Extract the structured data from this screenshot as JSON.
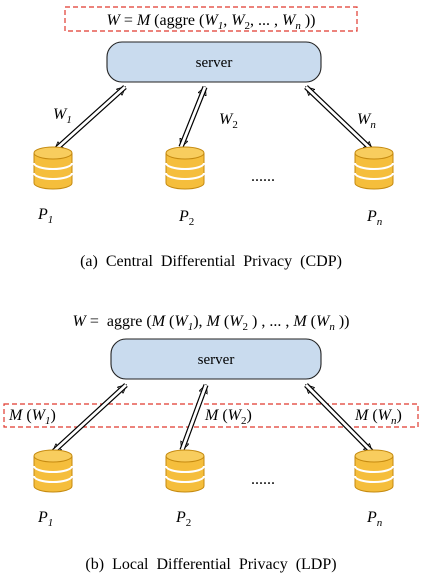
{
  "colors": {
    "server_fill": "#C9DBEE",
    "server_stroke": "#222222",
    "db_fill": "#F5BE3C",
    "db_stroke": "#C58A10",
    "dashed_box": "#E0392F",
    "arrow": "#000000"
  },
  "top": {
    "formula": {
      "lhs_var": "W",
      "eq": " = ",
      "mech": "M",
      "open": " (aggre (",
      "w1_base": "W",
      "w1_sub": "1",
      "comma1": ", ",
      "w2_base": "W",
      "w2_sub": "2",
      "dots": ", ... , ",
      "wn_base": "W",
      "wn_sub": "n",
      "close": " ))"
    },
    "server_label": "server",
    "edge_labels": [
      {
        "base": "W",
        "sub": "1"
      },
      {
        "base": "W",
        "sub": "2"
      },
      {
        "base": "W",
        "sub": "n"
      }
    ],
    "participants": [
      {
        "base": "P",
        "sub": "1"
      },
      {
        "base": "P",
        "sub": "2"
      },
      {
        "base": "P",
        "sub": "n"
      }
    ],
    "ellipsis": "......",
    "caption": "(a)  Central  Differential  Privacy  (CDP)"
  },
  "bottom": {
    "formula": {
      "lhs_var": "W",
      "eq": " =  aggre (",
      "m1": "M",
      "p1_open": " (",
      "w1_base": "W",
      "w1_sub": "1",
      "p1_close": "), ",
      "m2": "M",
      "p2_open": " (",
      "w2_base": "W",
      "w2_sub": "2",
      "p2_close": " ) , ... , ",
      "mn": "M",
      "pn_open": " (",
      "wn_base": "W",
      "wn_sub": "n",
      "pn_close": " ))"
    },
    "server_label": "server",
    "edge_labels": [
      {
        "m": "M",
        "open": " (",
        "base": "W",
        "sub": "1",
        "close": ")"
      },
      {
        "m": "M",
        "open": " (",
        "base": "W",
        "sub": "2",
        "close": ")"
      },
      {
        "m": "M",
        "open": " (",
        "base": "W",
        "sub": "n",
        "close": ")"
      }
    ],
    "participants": [
      {
        "base": "P",
        "sub": "1"
      },
      {
        "base": "P",
        "sub": "2"
      },
      {
        "base": "P",
        "sub": "n"
      }
    ],
    "ellipsis": "......",
    "caption": "(b)  Local  Differential  Privacy  (LDP)"
  }
}
